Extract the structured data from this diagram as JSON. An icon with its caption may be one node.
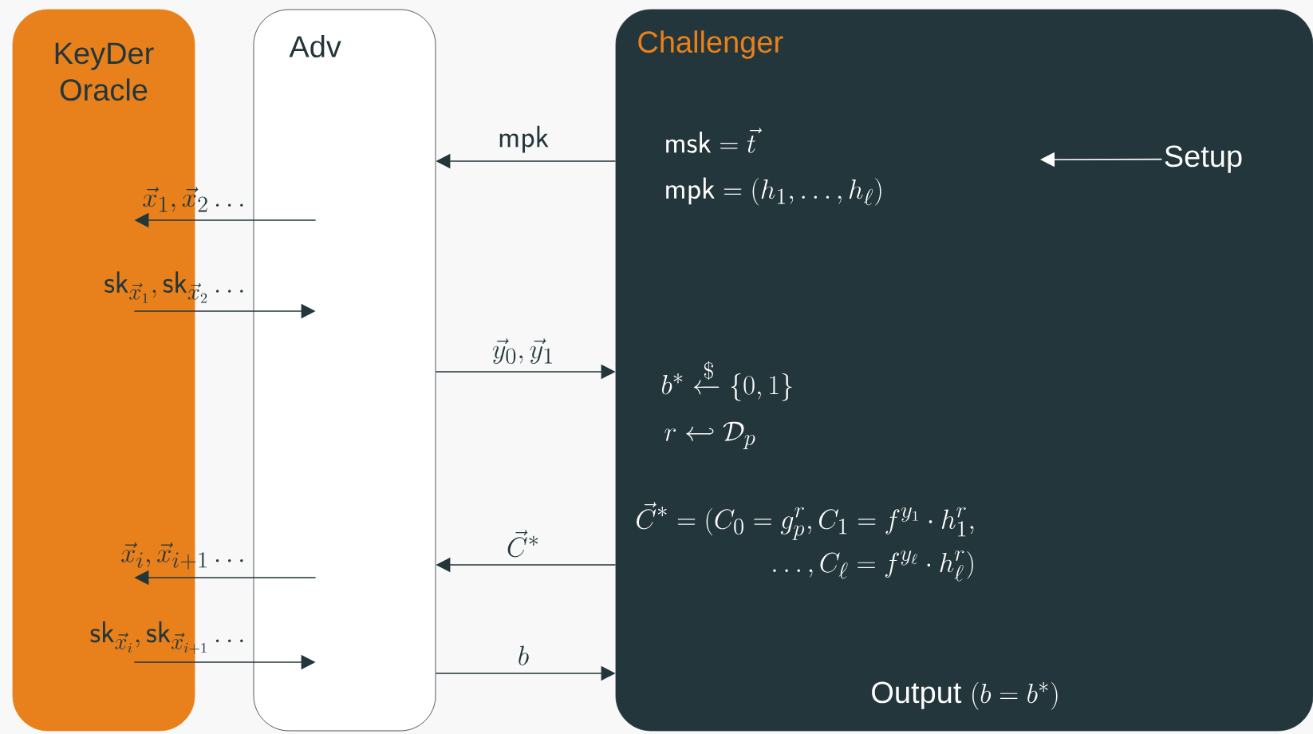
{
  "diagram": {
    "nodes": [
      {
        "text": [
          "KeyDer Oracle"
        ]
      },
      {
        "text": [
          "Adv"
        ]
      },
      {
        "text": [
          "Challenger",
          "\\mathsf{msk} = \\vec{t}",
          "\\mathsf{mpk} = (h_1, \\ldots, h_\\ell)",
          "b^* \\xleftarrow{\\$} \\{0,1\\}",
          "r \\hookleftarrow \\mathcal{D}_p",
          "\\begin{aligned}\\vec{C}^* = (C_0 = g_p^r, C_1 = f^{y_1} \\cdot h_1^r,\\\\ \\ldots, C_\\ell = f^{y_\\ell} \\cdot h_\\ell^r)\\end{aligned}",
          "\\text{Output } (b = b^*)"
        ]
      },
      {
        "text": [
          "Setup"
        ],
        "in": 2
      }
    ],
    "edges": [
      {
        "from": 1,
        "to": 0,
        "arrow": "to",
        "label": "\\vec{x}_1, \\vec{x}_2 \\ldots"
      },
      {
        "from": 0,
        "to": 1,
        "arrow": "to",
        "label": "\\mathsf{sk}_{\\vec{x}_1}, \\mathsf{sk}_{\\vec{x}_2} \\ldots"
      },
      {
        "from": 2,
        "to": 1,
        "arrow": "to",
        "label": "\\mathsf{mpk}"
      },
      {
        "from": 1,
        "to": 2,
        "arrow": "to",
        "label": "\\vec{y}_0, \\vec{y}_1"
      },
      {
        "from": 1,
        "to": 0,
        "arrow": "to",
        "label": "\\vec{x}_i, \\vec{x}_{i+1} \\ldots"
      },
      {
        "from": 0,
        "to": 1,
        "arrow": "to",
        "label": "\\mathsf{sk}_{\\vec{x}_i}, \\mathsf{sk}_{\\vec{x}_{i+1}} \\ldots"
      },
      {
        "from": 2,
        "to": 1,
        "arrow": "to",
        "label": "\\vec{C}^*"
      },
      {
        "from": 1,
        "to": 2,
        "arrow": "to",
        "label": "b"
      },
      {
        "from": 3,
        "to": null,
        "arrow": "to",
        "color": "#ffffff"
      }
    ]
  }
}
